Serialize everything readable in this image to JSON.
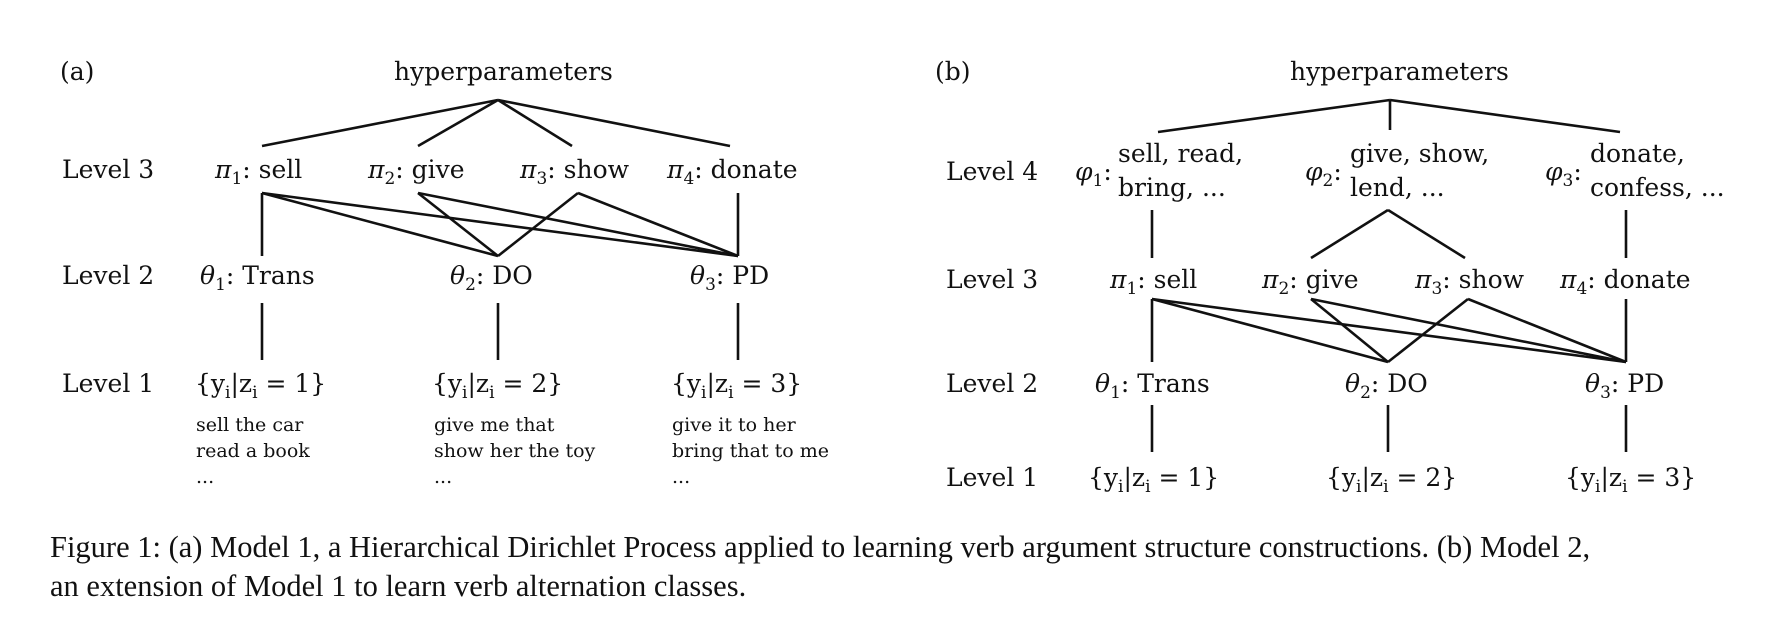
{
  "panel_a": {
    "tag": "(a)",
    "root": "hyperparameters",
    "levels": [
      "Level 3",
      "Level 2",
      "Level 1"
    ],
    "verbs": [
      {
        "sym": "π",
        "sub": "1",
        "text": ": sell"
      },
      {
        "sym": "π",
        "sub": "2",
        "text": ": give"
      },
      {
        "sym": "π",
        "sub": "3",
        "text": ": show"
      },
      {
        "sym": "π",
        "sub": "4",
        "text": ": donate"
      }
    ],
    "constructions": [
      {
        "sym": "θ",
        "sub": "1",
        "text": ": Trans"
      },
      {
        "sym": "θ",
        "sub": "2",
        "text": ": DO"
      },
      {
        "sym": "θ",
        "sub": "3",
        "text": ": PD"
      }
    ],
    "clusters": [
      {
        "pre": "{y",
        "mid": "|z",
        "post": " = 1}"
      },
      {
        "pre": "{y",
        "mid": "|z",
        "post": " = 2}"
      },
      {
        "pre": "{y",
        "mid": "|z",
        "post": " = 3}"
      }
    ],
    "cluster_sub": "i",
    "examples": [
      [
        "sell the car",
        "read a book",
        "..."
      ],
      [
        "give me that",
        "show her the toy",
        "..."
      ],
      [
        "give it to her",
        "bring that to me",
        "..."
      ]
    ]
  },
  "panel_b": {
    "tag": "(b)",
    "root": "hyperparameters",
    "levels": [
      "Level 4",
      "Level 3",
      "Level 2",
      "Level 1"
    ],
    "classes": [
      {
        "sym": "φ",
        "sub": "1",
        "text": ":",
        "line1": "sell, read,",
        "line2": "bring, ..."
      },
      {
        "sym": "φ",
        "sub": "2",
        "text": ":",
        "line1": "give, show,",
        "line2": "lend, ..."
      },
      {
        "sym": "φ",
        "sub": "3",
        "text": ":",
        "line1": "donate,",
        "line2": "confess, ..."
      }
    ],
    "verbs": [
      {
        "sym": "π",
        "sub": "1",
        "text": ": sell"
      },
      {
        "sym": "π",
        "sub": "2",
        "text": ": give"
      },
      {
        "sym": "π",
        "sub": "3",
        "text": ": show"
      },
      {
        "sym": "π",
        "sub": "4",
        "text": ": donate"
      }
    ],
    "constructions": [
      {
        "sym": "θ",
        "sub": "1",
        "text": ": Trans"
      },
      {
        "sym": "θ",
        "sub": "2",
        "text": ": DO"
      },
      {
        "sym": "θ",
        "sub": "3",
        "text": ": PD"
      }
    ],
    "clusters": [
      {
        "pre": "{y",
        "mid": "|z",
        "post": " = 1}"
      },
      {
        "pre": "{y",
        "mid": "|z",
        "post": " = 2}"
      },
      {
        "pre": "{y",
        "mid": "|z",
        "post": " = 3}"
      }
    ],
    "cluster_sub": "i"
  },
  "caption": {
    "line1": "Figure 1: (a) Model 1, a Hierarchical Dirichlet Process applied to learning verb argument structure constructions. (b) Model 2,",
    "line2": "an extension of Model 1 to learn verb alternation classes."
  }
}
